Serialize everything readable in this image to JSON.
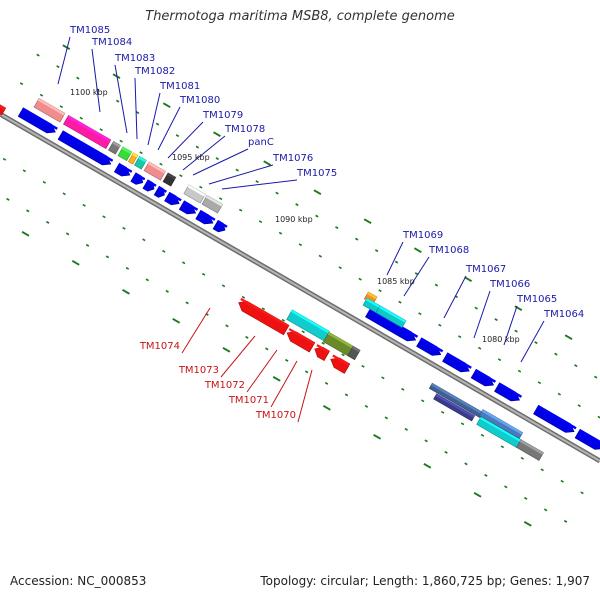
{
  "title": "Thermotoga maritima MSB8, complete genome",
  "accession": "Accession: NC_000853",
  "summary": "Topology: circular; Length: 1,860,725 bp; Genes: 1,907",
  "position_labels": [
    "1100 kbp",
    "1095 kbp",
    "1090 kbp",
    "1085 kbp",
    "1080 kbp"
  ],
  "genes_top": [
    "TM1085",
    "TM1084",
    "TM1083",
    "TM1082",
    "TM1081",
    "TM1080",
    "TM1079",
    "TM1078",
    "panC",
    "TM1076",
    "TM1075"
  ],
  "genes_bottom": [
    "TM1074",
    "TM1073",
    "TM1072",
    "TM1071",
    "TM1070"
  ],
  "genes_right": [
    "TM1069",
    "TM1068",
    "TM1067",
    "TM1066",
    "TM1065",
    "TM1064"
  ],
  "colors": {
    "forward_strand": "#0000e6",
    "reverse_strand": "#ee1111",
    "backbone": "#8c8c8c",
    "tick": "#1e7a1e",
    "label_blue": "#1a1aa8",
    "label_red": "#c81414"
  }
}
